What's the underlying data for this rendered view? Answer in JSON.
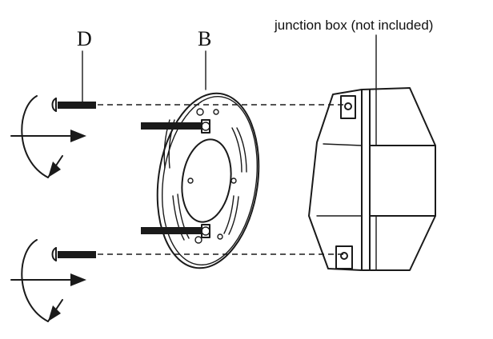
{
  "labels": {
    "screw": "D",
    "bracket": "B",
    "junction_box": "junction box (not included)"
  },
  "colors": {
    "line": "#1a1a1a",
    "background": "#ffffff"
  }
}
